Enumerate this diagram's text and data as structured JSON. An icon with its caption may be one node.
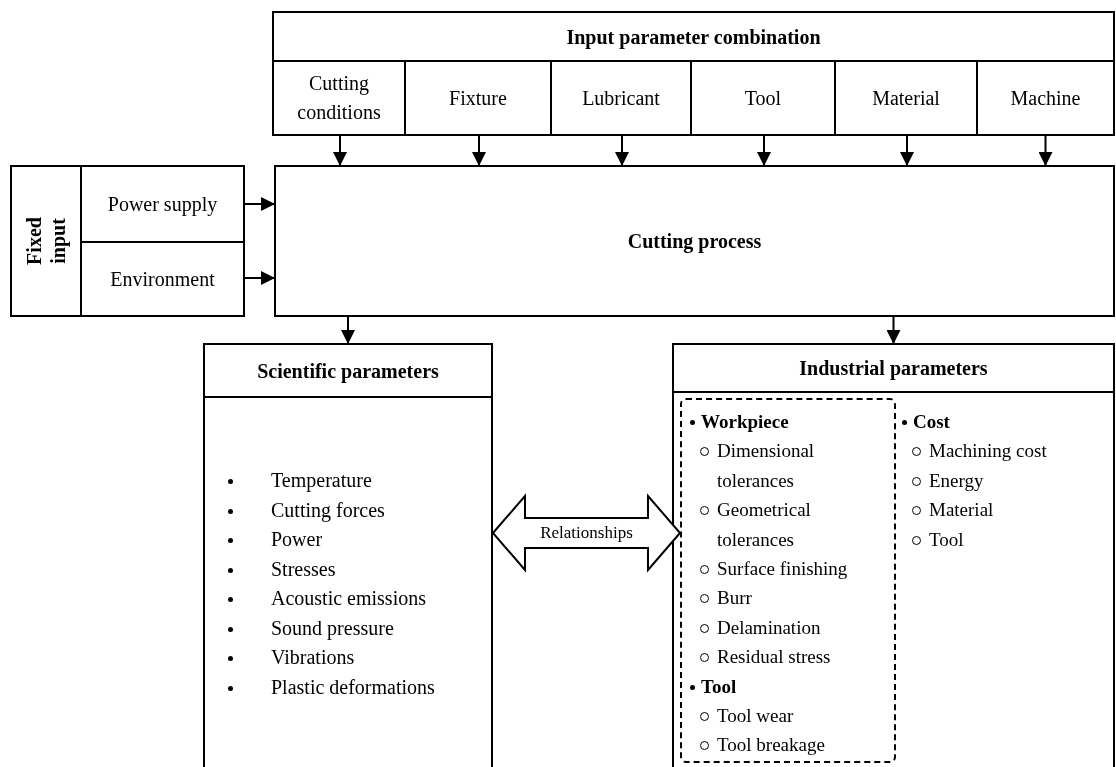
{
  "diagram": {
    "nodes": [
      {
        "text": [
          "Input parameter combination"
        ]
      },
      {
        "text": [
          "Cutting conditions"
        ],
        "in": 0
      },
      {
        "text": [
          "Fixture"
        ],
        "in": 0
      },
      {
        "text": [
          "Lubricant"
        ],
        "in": 0
      },
      {
        "text": [
          "Tool"
        ],
        "in": 0
      },
      {
        "text": [
          "Material"
        ],
        "in": 0
      },
      {
        "text": [
          "Machine"
        ],
        "in": 0
      },
      {
        "text": [
          "Fixed input"
        ]
      },
      {
        "text": [
          "Power supply"
        ],
        "in": 7
      },
      {
        "text": [
          "Environment"
        ],
        "in": 7
      },
      {
        "text": [
          "Cutting process"
        ]
      },
      {
        "text": [
          "Scientific parameters",
          "Temperature",
          "Cutting forces",
          "Power",
          "Stresses",
          "Acoustic emissions",
          "Sound pressure",
          "Vibrations",
          "Plastic deformations"
        ]
      },
      {
        "text": [
          "Industrial parameters",
          "Cost",
          "Machining cost",
          "Energy",
          "Material",
          "Tool"
        ]
      },
      {
        "text": [
          "Workpiece",
          "Dimensional tolerances",
          "Geometrical tolerances",
          "Surface finishing",
          "Burr",
          "Delamination",
          "Residual stress",
          "Tool",
          "Tool wear",
          "Tool breakage"
        ],
        "in": 12
      }
    ],
    "edges": [
      {
        "from": 1,
        "to": 10,
        "arrow": "to"
      },
      {
        "from": 2,
        "to": 10,
        "arrow": "to"
      },
      {
        "from": 3,
        "to": 10,
        "arrow": "to"
      },
      {
        "from": 4,
        "to": 10,
        "arrow": "to"
      },
      {
        "from": 5,
        "to": 10,
        "arrow": "to"
      },
      {
        "from": 6,
        "to": 10,
        "arrow": "to"
      },
      {
        "from": 8,
        "to": 10,
        "arrow": "to"
      },
      {
        "from": 9,
        "to": 10,
        "arrow": "to"
      },
      {
        "from": 10,
        "to": 11,
        "arrow": "to"
      },
      {
        "from": 10,
        "to": 12,
        "arrow": "to"
      },
      {
        "from": 11,
        "to": 13,
        "arrow": "both",
        "label": "Relationships",
        "style": "thick"
      }
    ]
  }
}
